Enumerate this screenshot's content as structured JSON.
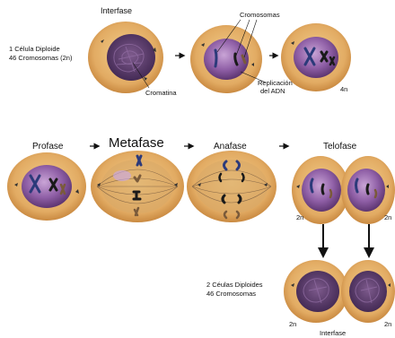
{
  "top_row": {
    "title": "Interfase",
    "cell_info": [
      "1 Célula Diploide",
      "46 Cromosomas (2n)"
    ],
    "chromatin_label": "Cromatina",
    "chromosomes_label": "Cromosomas",
    "replication_label": [
      "Replicación",
      "del ADN"
    ],
    "ploidy_4n": "4n"
  },
  "mitosis": {
    "prophase": "Profase",
    "metaphase": "Metafase",
    "anaphase": "Anafase",
    "telophase": "Telofase",
    "ploidy_left": "2n",
    "ploidy_right": "2n"
  },
  "result": {
    "daughters_info": [
      "2 Céulas Diploides",
      "46 Cromosomas"
    ],
    "ploidy_left": "2n",
    "ploidy_right": "2n",
    "final_label": "Interfase"
  },
  "colors": {
    "cytoplasm": "#e2b06a",
    "cytoplasm_edge": "#c98a3e",
    "nucleus": "#9b6bb0",
    "nucleus_dark": "#6a3f7e",
    "chromosome_blue": "#2c3a7a",
    "chromosome_black": "#1a1a1a",
    "chromosome_brown": "#7a5a3a"
  }
}
